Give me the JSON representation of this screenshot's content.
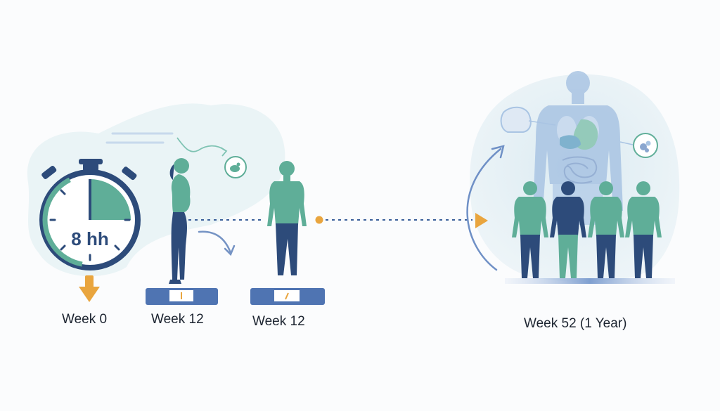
{
  "timer": {
    "text": "8 hh"
  },
  "labels": {
    "week0": "Week 0",
    "week12a": "Week 12",
    "week12b": "Week 12",
    "week52": "Week 52 (1 Year)"
  },
  "colors": {
    "navy": "#2d4b7a",
    "teal": "#5fae98",
    "orange": "#e9a53e",
    "light_blue": "#a9c4e3",
    "blob": "#e3eff3"
  }
}
